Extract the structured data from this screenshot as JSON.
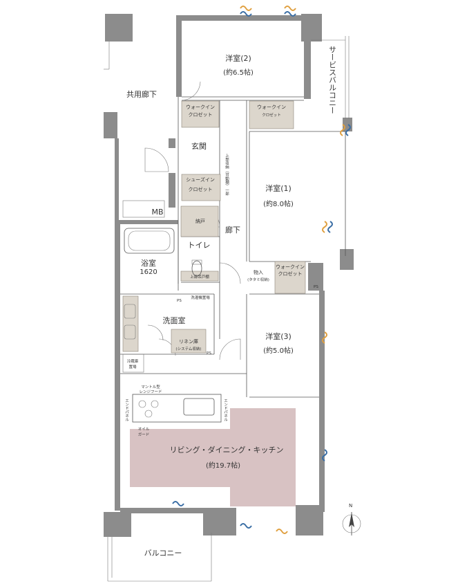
{
  "rooms": {
    "western2": {
      "name": "洋室(2)",
      "size": "(約6.5帖)"
    },
    "western1": {
      "name": "洋室(1)",
      "size": "(約8.0帖)"
    },
    "western3": {
      "name": "洋室(3)",
      "size": "(約5.0帖)"
    },
    "ldk": {
      "name": "リビング・ダイニング・キッチン",
      "size": "(約19.7帖)"
    },
    "bath": {
      "name": "浴室",
      "size": "1620"
    },
    "washroom": {
      "name": "洗面室"
    },
    "toilet": {
      "name": "トイレ"
    },
    "entrance": {
      "name": "玄関"
    },
    "hallway": {
      "name": "廊下"
    },
    "common_corridor": {
      "name": "共用廊下"
    },
    "balcony": {
      "name": "バルコニー"
    },
    "service_balcony": {
      "name": "サービスバルコニー"
    }
  },
  "storage": {
    "walkin_1a": "ウォークイン",
    "walkin_1b": "クロゼット",
    "walkin_2a": "ウォークイン",
    "walkin_2b": "クロゼット",
    "walkin_3a": "ウォークイン",
    "walkin_3b": "クロゼット",
    "shoes_a": "シューズイン",
    "shoes_b": "クロゼット",
    "nando": "納戸",
    "linen_a": "リネン庫",
    "linen_b": "(システム収納)",
    "closet_a": "物入",
    "closet_b": "(タタミ収納)",
    "upper_shelf": "上部吊戸棚",
    "upper_cabinet": "上部収納（可動棚）一部",
    "washer": "洗濯機置場",
    "fridge_a": "冷蔵庫",
    "fridge_b": "置場",
    "range_a": "マントル型",
    "range_b": "レンジフード",
    "oil_guard_a": "オイル",
    "oil_guard_b": "ガード"
  },
  "labels": {
    "mb": "MB",
    "ps1": "PS",
    "ps2": "PS",
    "ps3": "PS",
    "end_panel_left": "エンドパネル",
    "end_panel_right": "エンドパネル",
    "north": "N"
  },
  "colors": {
    "wall": "#8c8c8c",
    "ldk_floor": "#d8c2c3",
    "storage": "#dcd6cc",
    "vent_blue": "#3a6ea5",
    "vent_orange": "#e0a040"
  }
}
